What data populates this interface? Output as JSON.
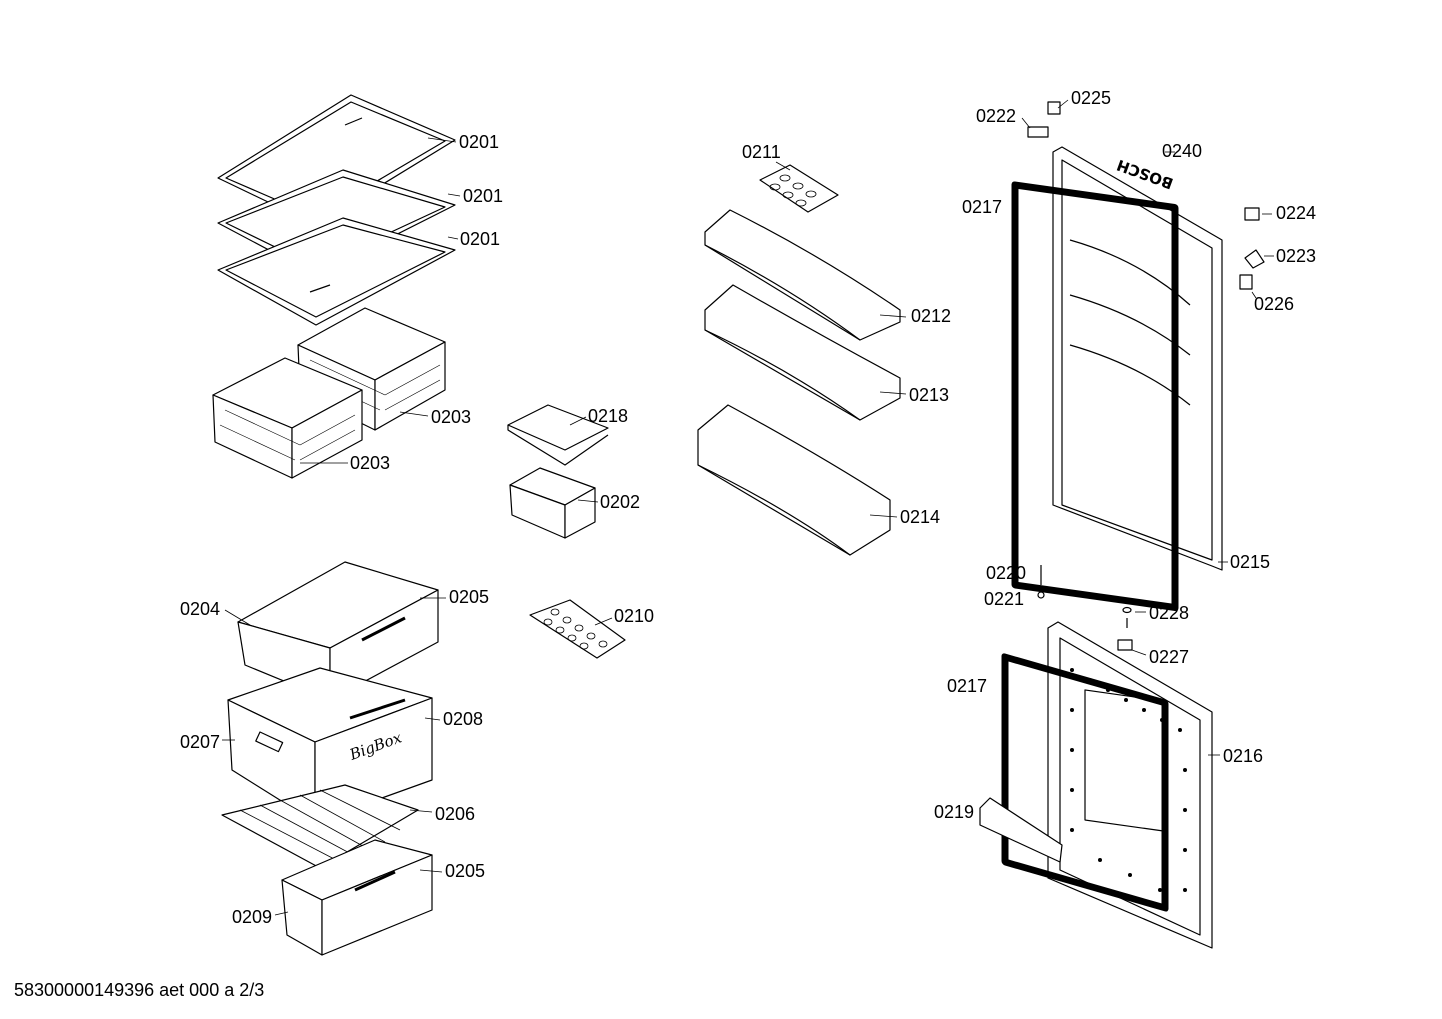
{
  "brand_logo_text": "BOSCH",
  "bigbox_logo_text": "BigBox",
  "footer_text": "58300000149396 aet 000 a 2/3",
  "labels": [
    "0201",
    "0201",
    "0201",
    "0203",
    "0203",
    "0218",
    "0202",
    "0204",
    "0205",
    "0210",
    "0207",
    "0208",
    "0206",
    "0205",
    "0209",
    "0211",
    "0212",
    "0213",
    "0214",
    "0225",
    "0222",
    "0240",
    "0217",
    "0224",
    "0223",
    "0226",
    "0215",
    "0220",
    "0221",
    "0228",
    "0227",
    "0217",
    "0216",
    "0219"
  ]
}
